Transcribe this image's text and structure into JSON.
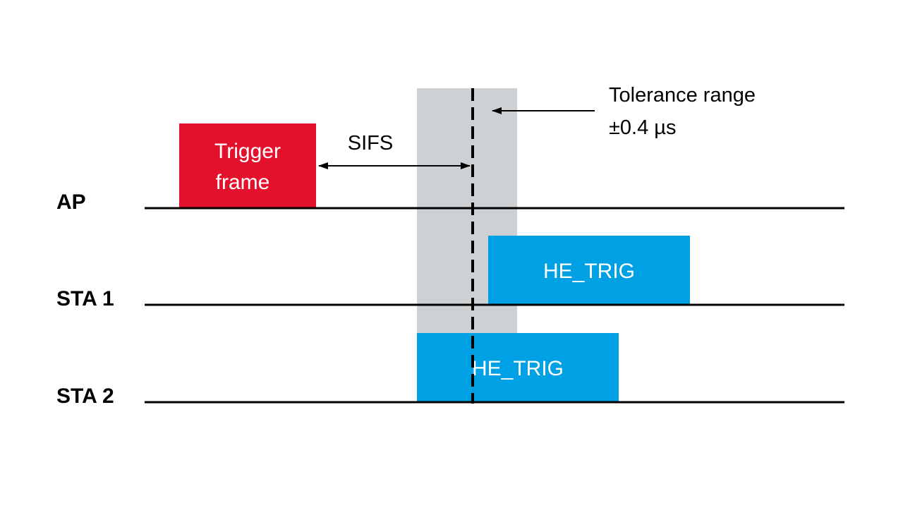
{
  "colors": {
    "trigger_frame": "#E4112D",
    "he_trig": "#00A1E4",
    "tolerance_band": "#CDD1D4",
    "line": "#000000",
    "frame_text": "#ffffff",
    "label_text": "#000000"
  },
  "lanes": {
    "ap": "AP",
    "sta1": "STA 1",
    "sta2": "STA 2"
  },
  "frames": {
    "trigger": {
      "line1": "Trigger",
      "line2": "frame"
    },
    "sta1_frame": "HE_TRIG",
    "sta2_frame": "HE_TRIG"
  },
  "annotations": {
    "sifs": "SIFS",
    "tolerance_line1": "Tolerance range",
    "tolerance_line2": "±0.4 µs"
  },
  "icons": {
    "sifs_arrow": "double-headed-arrow-icon",
    "tolerance_arrow": "left-arrow-icon"
  }
}
